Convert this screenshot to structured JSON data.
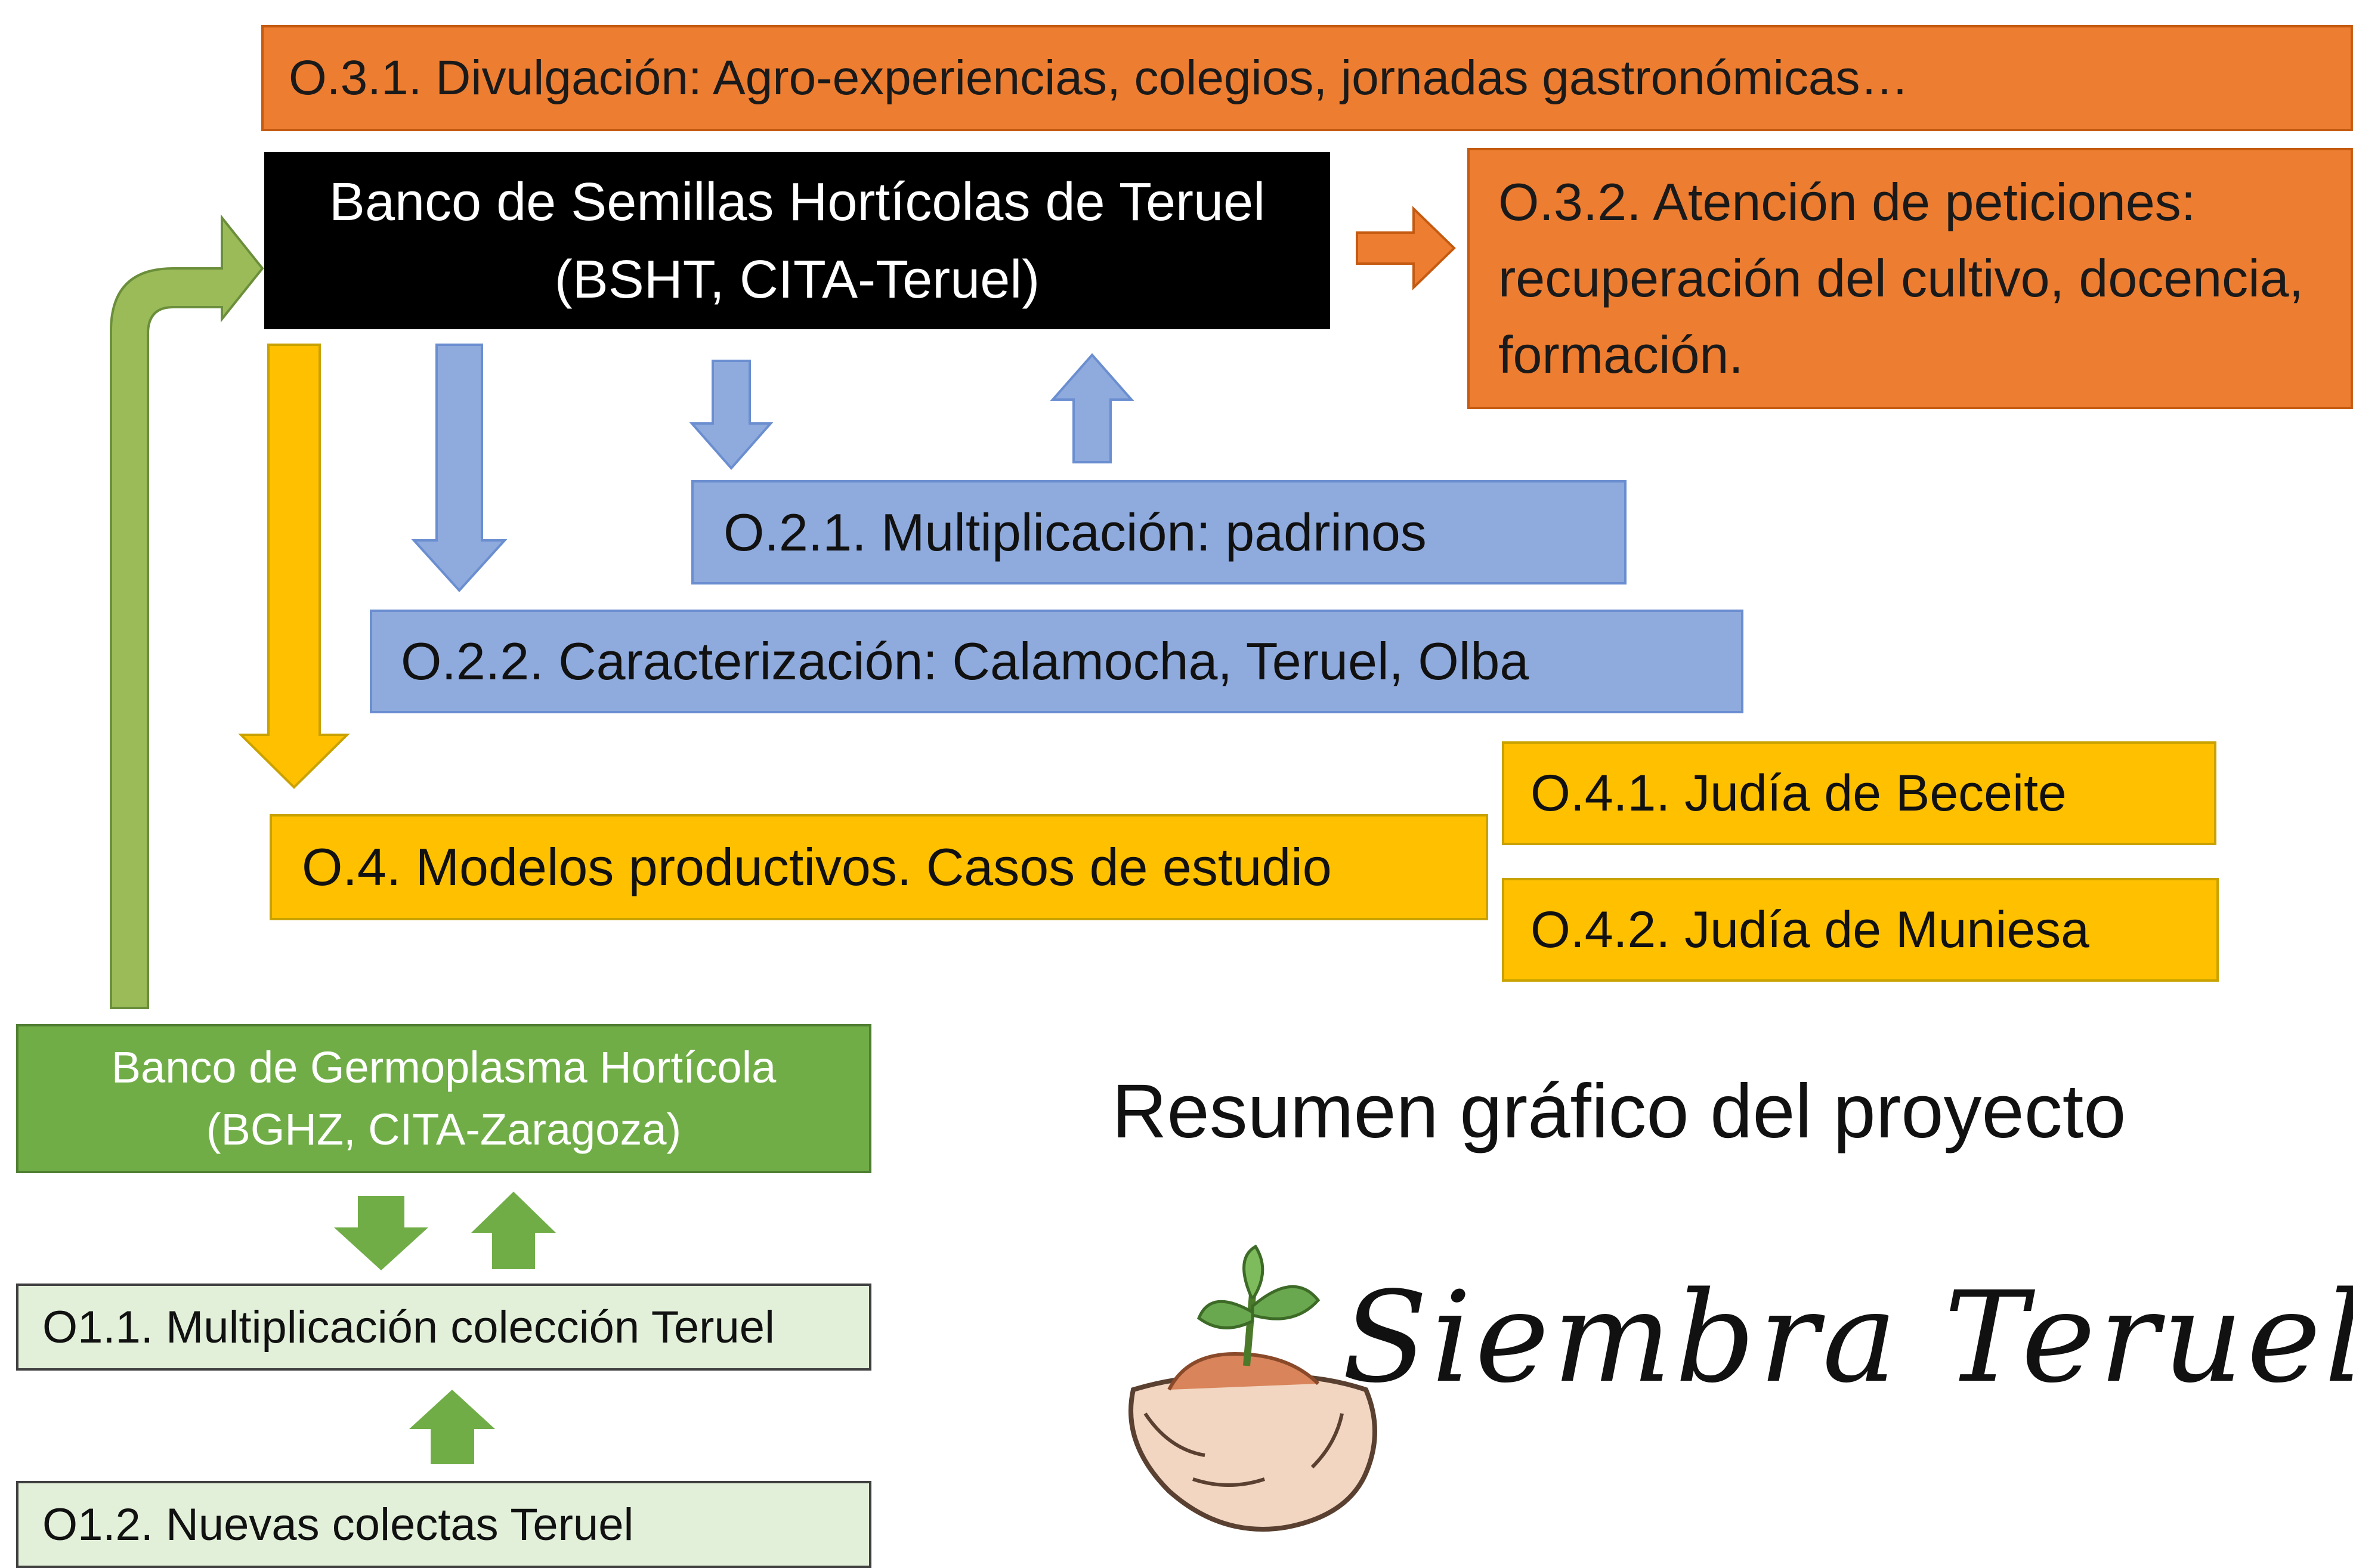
{
  "boxes": {
    "o31": "O.3.1. Divulgación: Agro-experiencias, colegios, jornadas gastronómicas…",
    "bsht_line1": "Banco de Semillas Hortícolas de Teruel",
    "bsht_line2": "(BSHT, CITA-Teruel)",
    "o32": "O.3.2. Atención de peticiones: recuperación del cultivo, docencia, formación.",
    "o21": "O.2.1. Multiplicación: padrinos",
    "o22": "O.2.2. Caracterización: Calamocha, Teruel, Olba",
    "o41": "O.4.1. Judía de Beceite",
    "o4": "O.4. Modelos productivos. Casos de estudio",
    "o42": "O.4.2. Judía de Muniesa",
    "bghz_line1": "Banco de Germoplasma Hortícola",
    "bghz_line2": "(BGHZ, CITA-Zaragoza)",
    "o11": "O1.1. Multiplicación colección Teruel",
    "o12": "O1.2. Nuevas colectas Teruel"
  },
  "caption": "Resumen gráfico del proyecto",
  "logo_text": "Siembra Teruel",
  "colors": {
    "orange": "#ED7D31",
    "blue": "#8FAADC",
    "yellow": "#FFC000",
    "green": "#70AD47",
    "light_green": "#E2F0D9"
  },
  "logo_icon": "hands-with-sprout-icon"
}
